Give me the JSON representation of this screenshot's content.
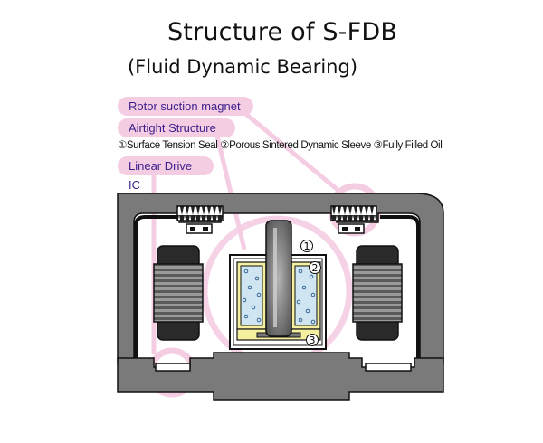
{
  "title": "Structure of S-FDB",
  "subtitle": "(Fluid Dynamic Bearing)",
  "labels": {
    "rotor_suction_magnet": "Rotor suction magnet",
    "airtight_structure": "Airtight Structure",
    "linear_drive_ic": "Linear Drive IC"
  },
  "legend": "①Surface Tension Seal ②Porous Sintered Dynamic Sleeve ③Fully Filled Oil",
  "markers": [
    "1",
    "2",
    "3"
  ],
  "colors": {
    "highlight_pink": "#f4cde3",
    "label_text": "#3a1f8c",
    "housing_gray": "#7a7a7a",
    "housing_edge": "#111111",
    "sleeve_blue": "#cfe6f2",
    "oil_yellow": "#f4f0a0"
  }
}
